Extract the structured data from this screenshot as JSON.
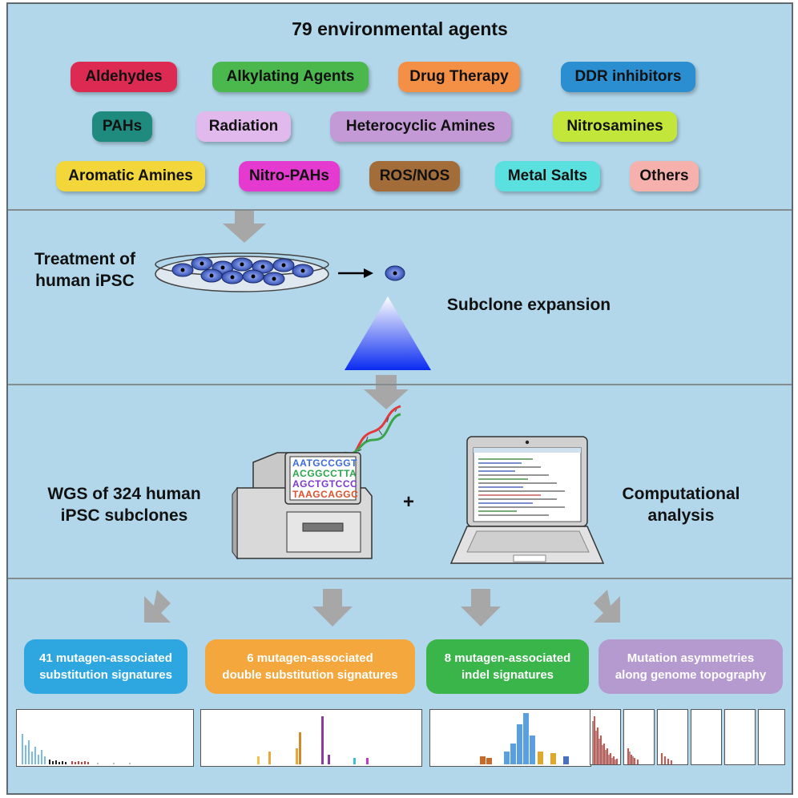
{
  "header": {
    "title": "79 environmental agents"
  },
  "agents": [
    {
      "label": "Aldehydes",
      "color": "#dc2a52"
    },
    {
      "label": "Alkylating Agents",
      "color": "#4bb84e"
    },
    {
      "label": "Drug Therapy",
      "color": "#f39046"
    },
    {
      "label": "DDR inhibitors",
      "color": "#2a8ed0"
    },
    {
      "label": "PAHs",
      "color": "#1f8a7e"
    },
    {
      "label": "Radiation",
      "color": "#e2b9ec"
    },
    {
      "label": "Heterocyclic Amines",
      "color": "#c39ad6"
    },
    {
      "label": "Nitrosamines",
      "color": "#c3e63a"
    },
    {
      "label": "Aromatic Amines",
      "color": "#f2d63a"
    },
    {
      "label": "Nitro-PAHs",
      "color": "#e53ad0"
    },
    {
      "label": "ROS/NOS",
      "color": "#a36d3a"
    },
    {
      "label": "Metal Salts",
      "color": "#5be0e0"
    },
    {
      "label": "Others",
      "color": "#f6b1ad"
    }
  ],
  "treatment": {
    "label_line1": "Treatment of",
    "label_line2": "human iPSC",
    "expansion_label": "Subclone expansion"
  },
  "sequencing": {
    "wgs_line1": "WGS of 324 human",
    "wgs_line2": "iPSC subclones",
    "plus": "+",
    "comp_line1": "Computational",
    "comp_line2": "analysis",
    "dna_lines": [
      "AATGCCGGT",
      "ACGGCCTTA",
      "AGCTGTCCC",
      "TAAGCAGGC"
    ]
  },
  "results": [
    {
      "line1": "41 mutagen-associated",
      "line2": "substitution signatures",
      "color": "#2ea7e0"
    },
    {
      "line1": "6 mutagen-associated",
      "line2": "double substitution signatures",
      "color": "#f4a73c"
    },
    {
      "line1": "8 mutagen-associated",
      "line2": "indel signatures",
      "color": "#39b54a"
    },
    {
      "line1": "Mutation asymmetries",
      "line2": "along genome topography",
      "color": "#b59ad0"
    }
  ],
  "colors": {
    "background": "#b2d7ea",
    "arrow": "#a7a7a7",
    "cell": "#3756b8"
  }
}
